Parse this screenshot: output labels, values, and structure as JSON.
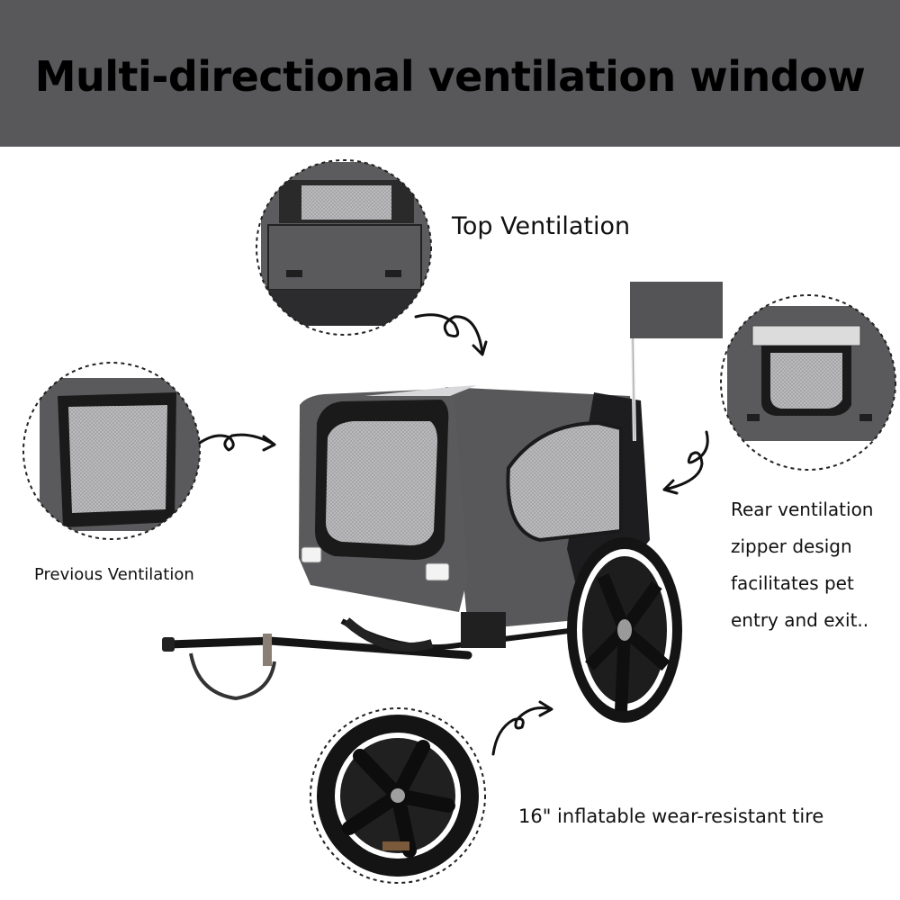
{
  "banner": {
    "title": "Multi-directional ventilation window"
  },
  "callouts": {
    "top": "Top Ventilation",
    "previous": "Previous Ventilation",
    "rear_lines": [
      "Rear ventilation",
      "zipper design",
      "facilitates pet",
      "entry and exit.."
    ],
    "tire": "16\" inflatable wear-resistant tire"
  },
  "colors": {
    "banner": "#58585a",
    "fabric": "#5a5a5c",
    "mesh": "#b9b9bb",
    "frame": "#151515"
  }
}
